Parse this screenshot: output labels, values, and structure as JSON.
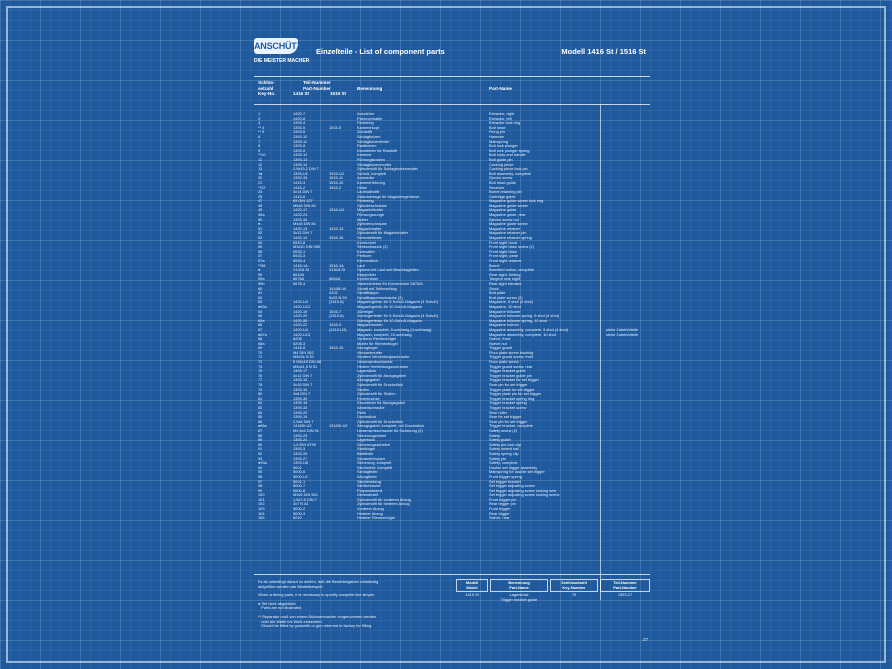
{
  "brand": {
    "logo_text": "ANSCHÜTZ",
    "tagline": "DIE MEISTER MACHER"
  },
  "title": "Einzelteile - List of component parts",
  "model": "Modell 1416 St / 1516 St",
  "headers": {
    "key_de": "Schlüs-",
    "key_de2": "selzahl",
    "key_en": "Key-No.",
    "part_de": "Teil-Nummer",
    "part_en": "Part-Number",
    "part_1416": "1416 St",
    "part_1516": "1516 St",
    "name_de": "Benennung",
    "name_en": "Part-Name"
  },
  "rows": [
    [
      "1",
      "1420-7",
      "",
      "Auszieher",
      "Extractor, right",
      ""
    ],
    [
      "2",
      "1420-8",
      "",
      "Patronenhalter",
      "Extractor, left",
      ""
    ],
    [
      "3",
      "1393-4",
      "",
      "Federring",
      "Extractor lock ring",
      ""
    ],
    [
      "** 4",
      "1393-5",
      "1515-5",
      "Kammerkopf",
      "Bolt head",
      ""
    ],
    [
      "** 5",
      "1393-6",
      "",
      "Zündstift",
      "Firing pin",
      ""
    ],
    [
      "6",
      "1393-10",
      "",
      "Schlagbolzen",
      "Hammer",
      ""
    ],
    [
      "7",
      "1393-11",
      "",
      "Schlagbolzenfeder",
      "Mainspring",
      ""
    ],
    [
      "8",
      "1393-8",
      "",
      "Rastbolzen",
      "Bolt lock plunger",
      ""
    ],
    [
      "9",
      "1393-9",
      "",
      "Druckfeder für Raststift",
      "Bolt lock plunger spring",
      ""
    ],
    [
      "**10",
      "1393-12",
      "",
      "Kammer",
      "Bolt body and handle",
      ""
    ],
    [
      "11",
      "1393-13",
      "",
      "Führungsbolzen",
      "Bolt guide pin",
      ""
    ],
    [
      "12",
      "1393-14",
      "",
      "Schlagbolzenmutter",
      "Cocking piece",
      ""
    ],
    [
      "13",
      "2,5x15,2 DIN 7",
      "",
      "Zylinderstift für Schlagbolzenmutter",
      "Cocking piece lock pin",
      ""
    ],
    [
      "1●",
      "1393-U1",
      "1515-U2",
      "Schloß, komplett",
      "Bolt assembly, complete",
      ""
    ],
    [
      "20",
      "1393-33",
      "1515-11",
      "Auswerfer",
      "Ejector screw",
      ""
    ],
    [
      "21",
      "1415-3",
      "1515-10",
      "Kammerführung",
      "Bolt head guide",
      ""
    ],
    [
      "**22",
      "1415-2",
      "1515-2",
      "Hülse",
      "Receiver",
      ""
    ],
    [
      "24",
      "3x14 DIN 7",
      "",
      "Laufhaltestift",
      "Barrel retaining pin",
      ""
    ],
    [
      "25",
      "1415-6",
      "",
      "Zwischenlage für Magazinegehäuse",
      "Cartridge guide",
      ""
    ],
    [
      "47",
      "65 DIN 127",
      "",
      "Federring",
      "Magazine guide screw lock ring",
      ""
    ],
    [
      "48",
      "M5x8 DIN 84",
      "",
      "Zylinderschraube",
      "Magazine guide screw",
      ""
    ],
    [
      "49",
      "1420-17",
      "1516-U4",
      "Magazintrichter",
      "Magazine guide",
      ""
    ],
    [
      "49a",
      "1420-23",
      "",
      "Führungszunge",
      "Magazine guide, rear",
      ""
    ],
    [
      "50",
      "1393-34",
      "",
      "Mutter",
      "Ejector screw nut",
      ""
    ],
    [
      "● -",
      "M4x8 DIN 84",
      "",
      "Zylinderschraube",
      "Magazine guide screw",
      ""
    ],
    [
      "51",
      "1420-13",
      "1515-13",
      "Magazinhalter",
      "Magazine retainer",
      ""
    ],
    [
      "52",
      "3x12 DIN 7",
      "",
      "Zylinderstift für Magazinhalter",
      "Magazine retainer pin",
      ""
    ],
    [
      "53",
      "1420-14",
      "1516-16",
      "Schenkelfeder",
      "Magazine retainer spring",
      ""
    ],
    [
      "54",
      "6510-8",
      "",
      "Korntunnel",
      "Front sight hood",
      ""
    ],
    [
      "55",
      "M3x10 DIN 965",
      "",
      "Senkschraube (2)",
      "Front sight base screw (2)",
      ""
    ],
    [
      "56",
      "6533-1",
      "",
      "Kornsattel",
      "Front sight base",
      ""
    ],
    [
      "57",
      "6533-3",
      "",
      "Perlkorn",
      "Front sight, pearl",
      ""
    ],
    [
      "57a",
      "6533-4",
      "",
      "Klemmstück",
      "Front sight retainer",
      ""
    ],
    [
      "**58",
      "1416-1A",
      "1516-1A",
      "Lauf",
      "Barrel",
      ""
    ],
    [
      "●",
      "X1416 St",
      "X1516 St",
      "System mit Lauf und Beschlagteilen",
      "Barrelled action, complete",
      ""
    ],
    [
      "59",
      "6619A",
      "",
      "Klappvisier",
      "Rear sight, folding",
      ""
    ],
    [
      "59a",
      "6676A",
      "6684A",
      "Kurvenvisier",
      "Tangent rear sight",
      ""
    ],
    [
      "59b",
      "6676-4",
      "",
      "Visierschieber für Kurvenvisier 6676/A",
      "Rear sight elevator",
      ""
    ],
    [
      "60",
      "",
      "1416B U0",
      "Schaft mit Teilbeschlag",
      "Stock",
      ""
    ],
    [
      "61",
      "",
      "4102",
      "Schaftkappe",
      "Butt plate",
      ""
    ],
    [
      "62",
      "",
      "5x25 N 59",
      "Schaftkappenschraube (2)",
      "Butt plate screw (2)",
      ""
    ],
    [
      "63",
      "1420-U4",
      "(1515-6)",
      "Magazingehäu für 5-Schuß-Magazin (4 Schuß)",
      "Magazine, 5 shot (4 shot)",
      ""
    ],
    [
      "●63a",
      "1420-U12",
      "",
      "Magazingehäu für 10-Schuß-Magazin",
      "Magazine, 10 shot",
      ""
    ],
    [
      "64",
      "1420-19",
      "1516-7",
      "Zubringer",
      "Magazine follower",
      ""
    ],
    [
      "65",
      "1420-20",
      "(1515-8)",
      "Zubringerfeder für 5-Schuß-Magazin (4 Schuß)",
      "Magazine follower spring, 5 shot (4 shot)",
      ""
    ],
    [
      "65a",
      "1420-55",
      "",
      "Zubringerfeder für 10-Schuß-Magazin",
      "Magazine follower spring, 10 shot",
      ""
    ],
    [
      "66",
      "1420-22",
      "1516-9",
      "Magazinboden",
      "Magazine bottom",
      ""
    ],
    [
      "67",
      "1420-U4",
      "(1515-U3)",
      "Magazin, komplett, 5-schüssig (4-schüssig)",
      "Magazine assembly, complete, 5 shot (4 shot)",
      "siehe Zubehörteile"
    ],
    [
      "●67a",
      "1420-U13",
      "",
      "Magazin, komplett, 10-schüssig",
      "Magazine assembly, complete, 10 shot",
      "siehe Zubehörteile"
    ],
    [
      "68",
      "6208",
      "",
      "Vorderer Riemenbügel",
      "Swivel, front",
      ""
    ],
    [
      "68a",
      "6208-3",
      "",
      "Mutter für Riemenbügel",
      "Swivel nut",
      ""
    ],
    [
      "69",
      "1415-8",
      "1515-15",
      "Abzugbügel",
      "Trigger guard",
      ""
    ],
    [
      "70",
      "M4 DIN 562",
      "",
      "Vierkantmutter",
      "Floor plate screw bushing",
      ""
    ],
    [
      "71",
      "M5x34 N 51",
      "",
      "Vordere Verbindungsschraube",
      "Trigger guard screw, front",
      ""
    ],
    [
      "72",
      "6 M4x16 DIN 88",
      "",
      "Linsensenkschraube",
      "Floor plate screw",
      ""
    ],
    [
      "74",
      "M5x41,5 N 51",
      "",
      "Hintere Verbindungsschraube",
      "Trigger guard screw, rear",
      ""
    ],
    [
      "75",
      "1393-17",
      "",
      "Lagerstück",
      "Trigger bracket guide",
      ""
    ],
    [
      "76",
      "3x12 DIN 7",
      "",
      "Zylinderstift für Abzugsgabel",
      "Trigger bracket guide pin",
      ""
    ],
    [
      "77",
      "1393-15",
      "",
      "Abzugsgabel",
      "Trigger bracket for set trigger",
      ""
    ],
    [
      "78",
      "3x10 DIN 7",
      "",
      "Zylinderstift für Druckstück",
      "Sear pin for set trigger",
      ""
    ],
    [
      "79",
      "1393-16",
      "",
      "Stollen",
      "Trigger plate for set trigger",
      ""
    ],
    [
      "80",
      "3x8 DIN 7",
      "",
      "Zylinderstift für Stollen",
      "Trigger plate pin for set trigger",
      ""
    ],
    [
      "81",
      "1399-35",
      "",
      "Federbuchse",
      "Trigger bracket spring ring",
      ""
    ],
    [
      "82",
      "1399-16",
      "",
      "Druckfeder für Abzugsgabel",
      "Trigger bracket spring",
      ""
    ],
    [
      "83",
      "1399-33",
      "",
      "Abstellschraube",
      "Trigger bracket screw",
      ""
    ],
    [
      "84",
      "1399-20",
      "",
      "Rolle",
      "Sear roller",
      ""
    ],
    [
      "85",
      "1399-19",
      "",
      "Druckstück",
      "Sear for set trigger",
      ""
    ],
    [
      "86",
      "2,5x6 DIN 7",
      "",
      "Zylinderstift für Druckstück",
      "Sear pin for set trigger",
      ""
    ],
    [
      "●86a",
      "1416St-U2",
      "1516St-U2",
      "Abzugsgabel, komplett, mit Druckstück",
      "Trigger bracket, complete",
      ""
    ],
    [
      "87",
      "M2,6x4 DIN 91",
      "",
      "Linsensenkschraube für Sicherung (2)",
      "Safety screw (2)",
      ""
    ],
    [
      "88",
      "1393-25",
      "",
      "Sicherungshebel",
      "Safety",
      ""
    ],
    [
      "89",
      "1393-24",
      "",
      "Lagerbock",
      "Safety guide",
      ""
    ],
    [
      "90",
      "1,9 DIN 6799",
      "",
      "Sicherungsscheibe",
      "Safety pin lock clip",
      ""
    ],
    [
      "91",
      "1393-3",
      "",
      "Stahlkugel",
      "Safety detent ball",
      ""
    ],
    [
      "92",
      "1393-26",
      "",
      "Blattfeder",
      "Safety spring clip",
      ""
    ],
    [
      "93",
      "1393-27",
      "",
      "Scharnierbolzen",
      "Safety pin",
      ""
    ],
    [
      "●93a",
      "1393-U6",
      "",
      "Sicherung, komplett",
      "Safety, complete",
      ""
    ],
    [
      "94",
      "5001",
      "",
      "Stecherteil, komplett",
      "Double set trigger assembly",
      ""
    ],
    [
      "95",
      "5000-6",
      "",
      "Schlagfeder",
      "Mainspring for double set trigger",
      ""
    ],
    [
      "96",
      "5000-U1",
      "",
      "Abzugfeder",
      "Front trigger spring",
      ""
    ],
    [
      "97",
      "5001-1",
      "",
      "Stecherabzug",
      "Set trigger bracket",
      ""
    ],
    [
      "98",
      "5000-7",
      "",
      "Stellschraube",
      "Set trigger adjusting screw",
      ""
    ],
    [
      "99",
      "5000-8",
      "",
      "Polyamidkörnli",
      "Set trigger adjusting screw locking wire",
      ""
    ],
    [
      "100",
      "M3x5 DIN 551",
      "",
      "Gewindestift",
      "Set trigger adjusting screw locking screw",
      ""
    ],
    [
      "101",
      "1,5x7,5 DIN 7",
      "",
      "Zylinderstift für vorderen Abzug",
      "Front trigger pin",
      ""
    ],
    [
      "102",
      "3x7 N 81",
      "",
      "Zylinderstift für hinteren Abzug",
      "Rear trigger pin",
      ""
    ],
    [
      "103",
      "5000-2",
      "",
      "Vorderer Abzug",
      "Front trigger",
      ""
    ],
    [
      "104",
      "5000-3",
      "",
      "Hinterer Abzug",
      "Rear trigger",
      ""
    ],
    [
      "105",
      "6210",
      "",
      "Hinterer Riemenbügel",
      "Swivel, rear",
      ""
    ]
  ],
  "notes": {
    "n1": "Es ist unbedingt darauf zu achten, daß die Bestellangaben vollständig",
    "n1b": "aufgeführt werden wie Bestellbeispiel:",
    "n2": "When ordering parts, it is necessary to specify complete like simple:",
    "n3": "● Teil nicht abgebildet",
    "n3b": "Parts are not illustrated",
    "n4": "** Reparatur muß von einem Büchsenmacher vorgenommen werden",
    "n4b": "oder die Waffe ins Werk einsenden.",
    "n4c": "Should be fitted by gunsmith or gun returned to factory for fitting."
  },
  "example": {
    "h1": "Modell",
    "h1b": "Model",
    "h2": "Benennung",
    "h2b": "Part-Name",
    "h3": "Schlüsselzahl",
    "h3b": "Key-Number",
    "h4": "Teil-Nummer",
    "h4b": "Part-Number",
    "v1": "1416 St",
    "v2": "Lagerstück",
    "v2b": "Trigger bracket guide",
    "v3": "75",
    "v4": "1393-17"
  },
  "page_number": "27"
}
